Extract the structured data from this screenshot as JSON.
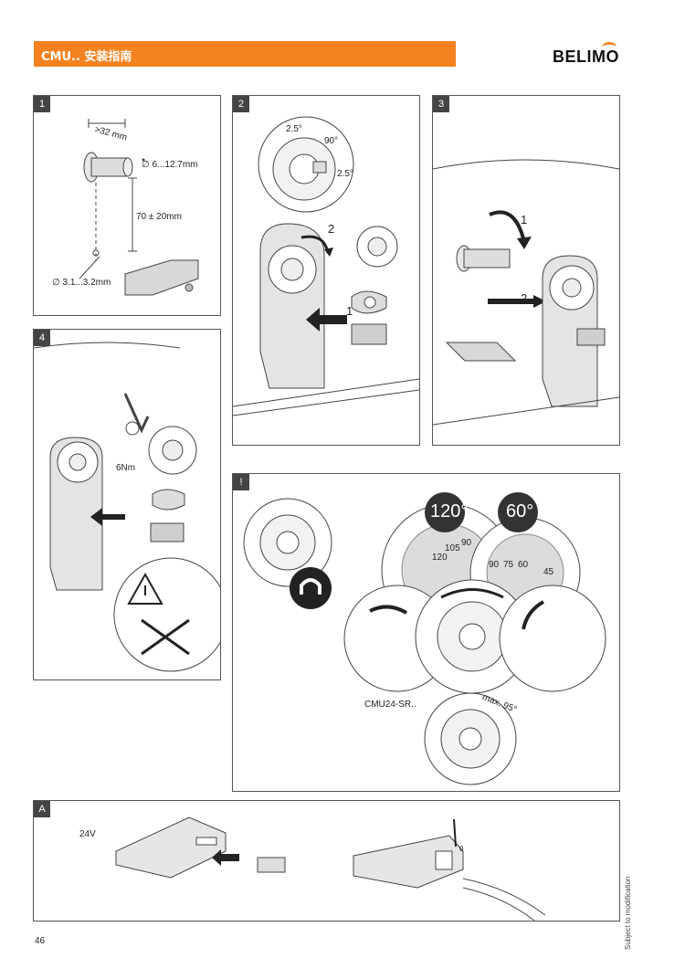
{
  "header": {
    "title": "CMU.. 安装指南",
    "logo": "BELIMO"
  },
  "panels": {
    "p1": {
      "number": "1",
      "dim_top": ">32 mm",
      "dim_diameter": "∅ 6...12.7mm",
      "dim_height": "70 ± 20mm",
      "dim_hole": "∅ 3.1...3.2mm"
    },
    "p2": {
      "number": "2",
      "angle_a": "2.5°",
      "angle_b": "90°",
      "angle_c": "2.5°",
      "step_1": "1",
      "step_2": "2"
    },
    "p3": {
      "number": "3",
      "step_1": "1",
      "step_2": "2"
    },
    "p4": {
      "number": "4",
      "torque": "6Nm"
    },
    "warn": {
      "number": "!",
      "angle_120": "120°",
      "angle_60": "60°",
      "model": "CMU24-SR..",
      "max_angle": "max. 95°",
      "scale_left": [
        "120",
        "105",
        "90"
      ],
      "scale_right": [
        "90",
        "75",
        "60",
        "45"
      ]
    },
    "pA": {
      "number": "A",
      "voltage": "24V",
      "wire": "0"
    }
  },
  "footer": {
    "page": "46",
    "note": "Subject to modification"
  },
  "colors": {
    "accent": "#f58220",
    "line": "#444444",
    "fill": "#cfcfcf"
  }
}
